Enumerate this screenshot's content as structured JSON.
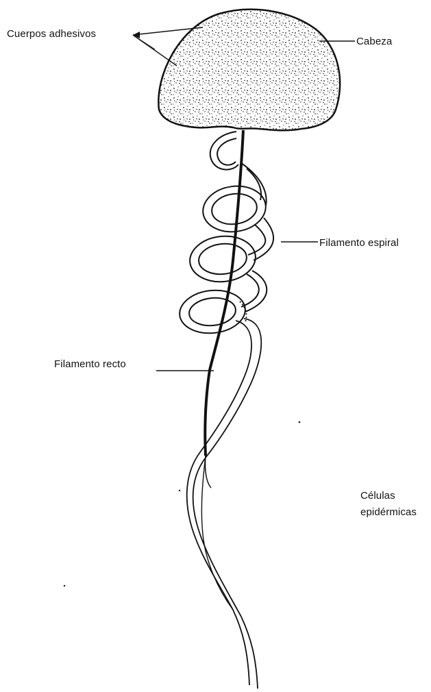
{
  "labels": {
    "cuerpos_adhesivos": "Cuerpos adhesivos",
    "cabeza": "Cabeza",
    "filamento_espiral": "Filamento espiral",
    "filamento_recto": "Filamento recto",
    "celulas_line1": "Células",
    "celulas_line2": "epidérmicas"
  },
  "colors": {
    "ink": "#111111",
    "background": "#ffffff"
  }
}
